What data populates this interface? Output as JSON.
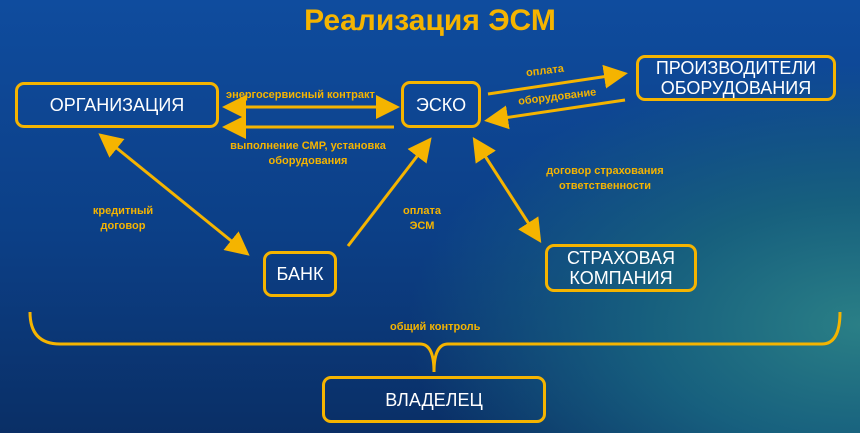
{
  "title": "Реализация ЭСМ",
  "nodes": {
    "org": "ОРГАНИЗАЦИЯ",
    "esko": "ЭСКО",
    "producers": "ПРОИЗВОДИТЕЛИ ОБОРУДОВАНИЯ",
    "bank": "БАНК",
    "insurance": "СТРАХОВАЯ КОМПАНИЯ",
    "owner": "ВЛАДЕЛЕЦ"
  },
  "labels": {
    "contract": "энергосервисный контракт",
    "works": "выполнение СМР, установка оборудования",
    "payment": "оплата",
    "equipment": "оборудование",
    "credit": "кредитный договор",
    "payment_esm": "оплата ЭСМ",
    "insurance": "договор страхования ответственности",
    "control": "общий контроль"
  },
  "colors": {
    "accent": "#f5b400"
  }
}
